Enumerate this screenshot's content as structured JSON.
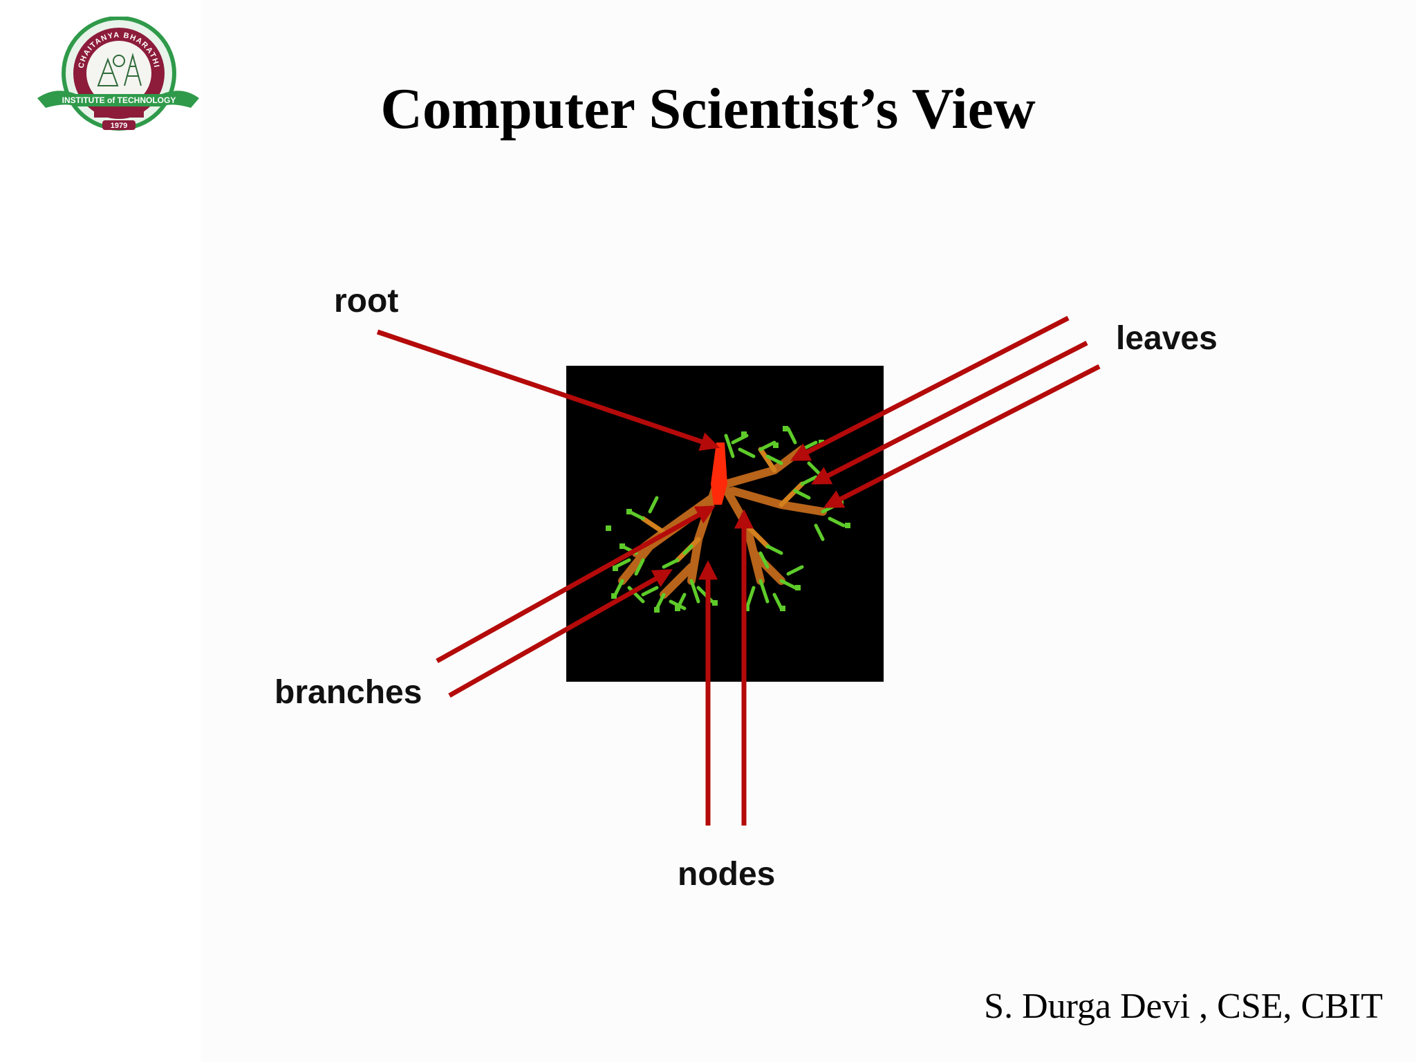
{
  "slide": {
    "title": "Computer Scientist’s View",
    "footer": "S. Durga Devi , CSE, CBIT"
  },
  "logo": {
    "arc_text": "CHAITANYA BHARATHI",
    "banner_text": "INSTITUTE of TECHNOLOGY",
    "year": "1979"
  },
  "labels": {
    "root": "root",
    "leaves": "leaves",
    "branches": "branches",
    "nodes": "nodes"
  },
  "colors": {
    "arrow": "#b40a0a",
    "tree_leaf": "#5ecb2a",
    "tree_branch": "#b8641a",
    "tree_root": "#ff2a0a",
    "image_bg": "#000000",
    "logo_maroon": "#8c1c3a",
    "logo_green": "#2f9a4a"
  }
}
